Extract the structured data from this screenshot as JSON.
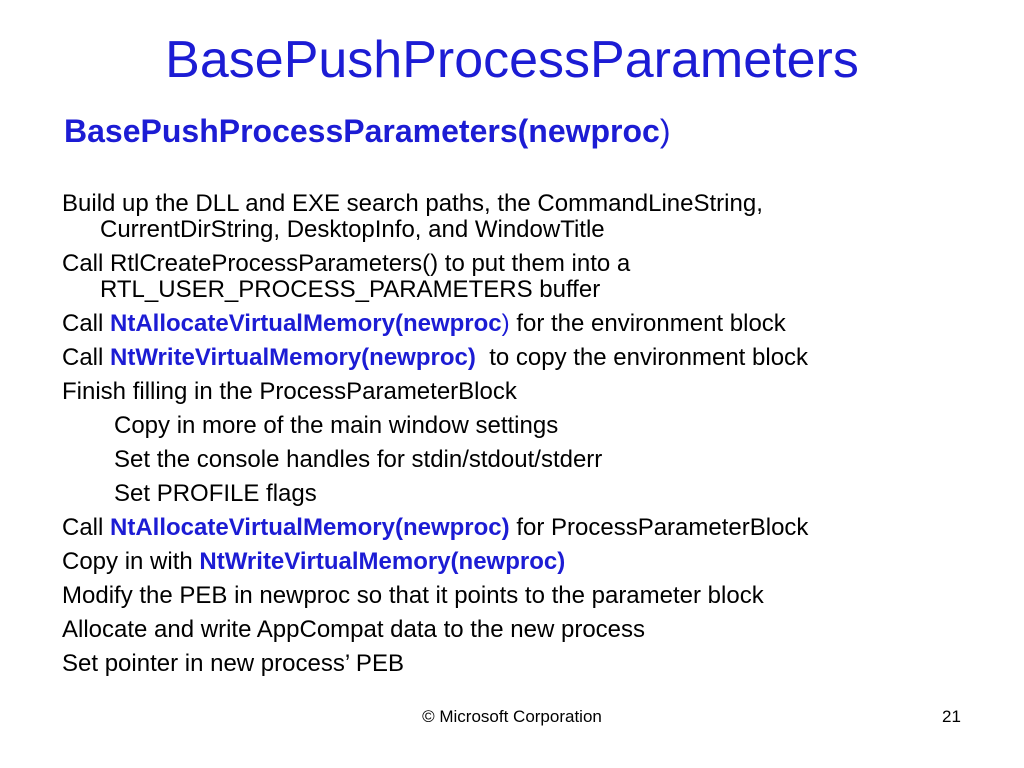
{
  "slide": {
    "title": "BasePushProcessParameters",
    "subtitle": {
      "name": "BasePushProcessParameters(newproc",
      "close": ")"
    }
  },
  "lines": [
    {
      "first": "Build up the DLL and EXE search paths, the CommandLineString,",
      "second": "CurrentDirString, DesktopInfo, and WindowTitle"
    },
    {
      "first": "Call RtlCreateProcessParameters() to put them into a",
      "second": "RTL_USER_PROCESS_PARAMETERS buffer"
    },
    {
      "pre": "Call ",
      "hl": "NtAllocateVirtualMemory(newproc",
      "mid": ")",
      "post": " for the environment block"
    },
    {
      "pre": "Call ",
      "hl": "NtWriteVirtualMemory(newproc)",
      "post": "  to copy the environment block"
    },
    {
      "text": "Finish filling in the ProcessParameterBlock"
    },
    {
      "text": "Copy in more of the main window settings"
    },
    {
      "text": "Set the console handles for stdin/stdout/stderr"
    },
    {
      "text": "Set PROFILE flags"
    },
    {
      "pre": "Call ",
      "hl": "NtAllocateVirtualMemory(newproc)",
      "post": " for ProcessParameterBlock"
    },
    {
      "pre": "Copy in with ",
      "hl": "NtWriteVirtualMemory(newproc)"
    },
    {
      "text": "Modify the PEB in newproc so that it points to the parameter block"
    },
    {
      "text": "Allocate and write AppCompat data to the new process"
    },
    {
      "text": "Set pointer in new process’ PEB"
    }
  ],
  "footer": {
    "copyright": "© Microsoft Corporation",
    "page_number": "21"
  },
  "colors": {
    "accent": "#1c1cd4",
    "text": "#000000",
    "background": "#ffffff"
  }
}
